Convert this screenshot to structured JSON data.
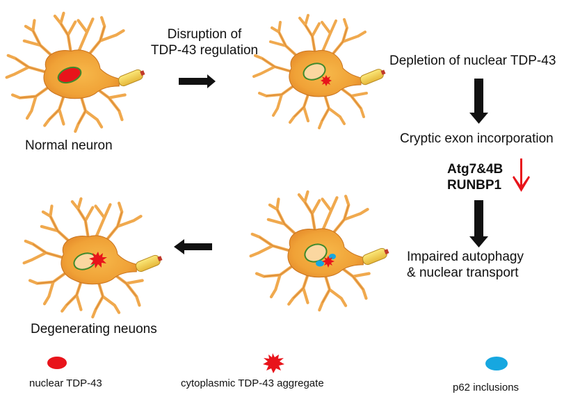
{
  "labels": {
    "arrow_top": [
      "Disruption of",
      "TDP-43 regulation"
    ],
    "normal_neuron": "Normal neuron",
    "depletion": "Depletion of nuclear TDP-43",
    "cryptic": "Cryptic exon incorporation",
    "genes": [
      "Atg7&4B",
      "RUNBP1"
    ],
    "impaired": [
      "Impaired autophagy",
      "& nuclear transport"
    ],
    "degenerating": "Degenerating neuons"
  },
  "legend": [
    {
      "label": "nuclear TDP-43",
      "icon": "red-oval"
    },
    {
      "label": "cytoplasmic TDP-43 aggregate",
      "icon": "red-starburst"
    },
    {
      "label": "p62 inclusions",
      "icon": "blue-oval"
    }
  ],
  "colors": {
    "neuron_body": "#f3a53a",
    "neuron_outline": "#c2661c",
    "tdp43": "#e8141b",
    "p62": "#16a7e0",
    "nucleus_outline": "#3e8a2c",
    "axon": "#f2d24a",
    "flow_arrow": "#111111",
    "down_arrow_red": "#e8141b"
  }
}
